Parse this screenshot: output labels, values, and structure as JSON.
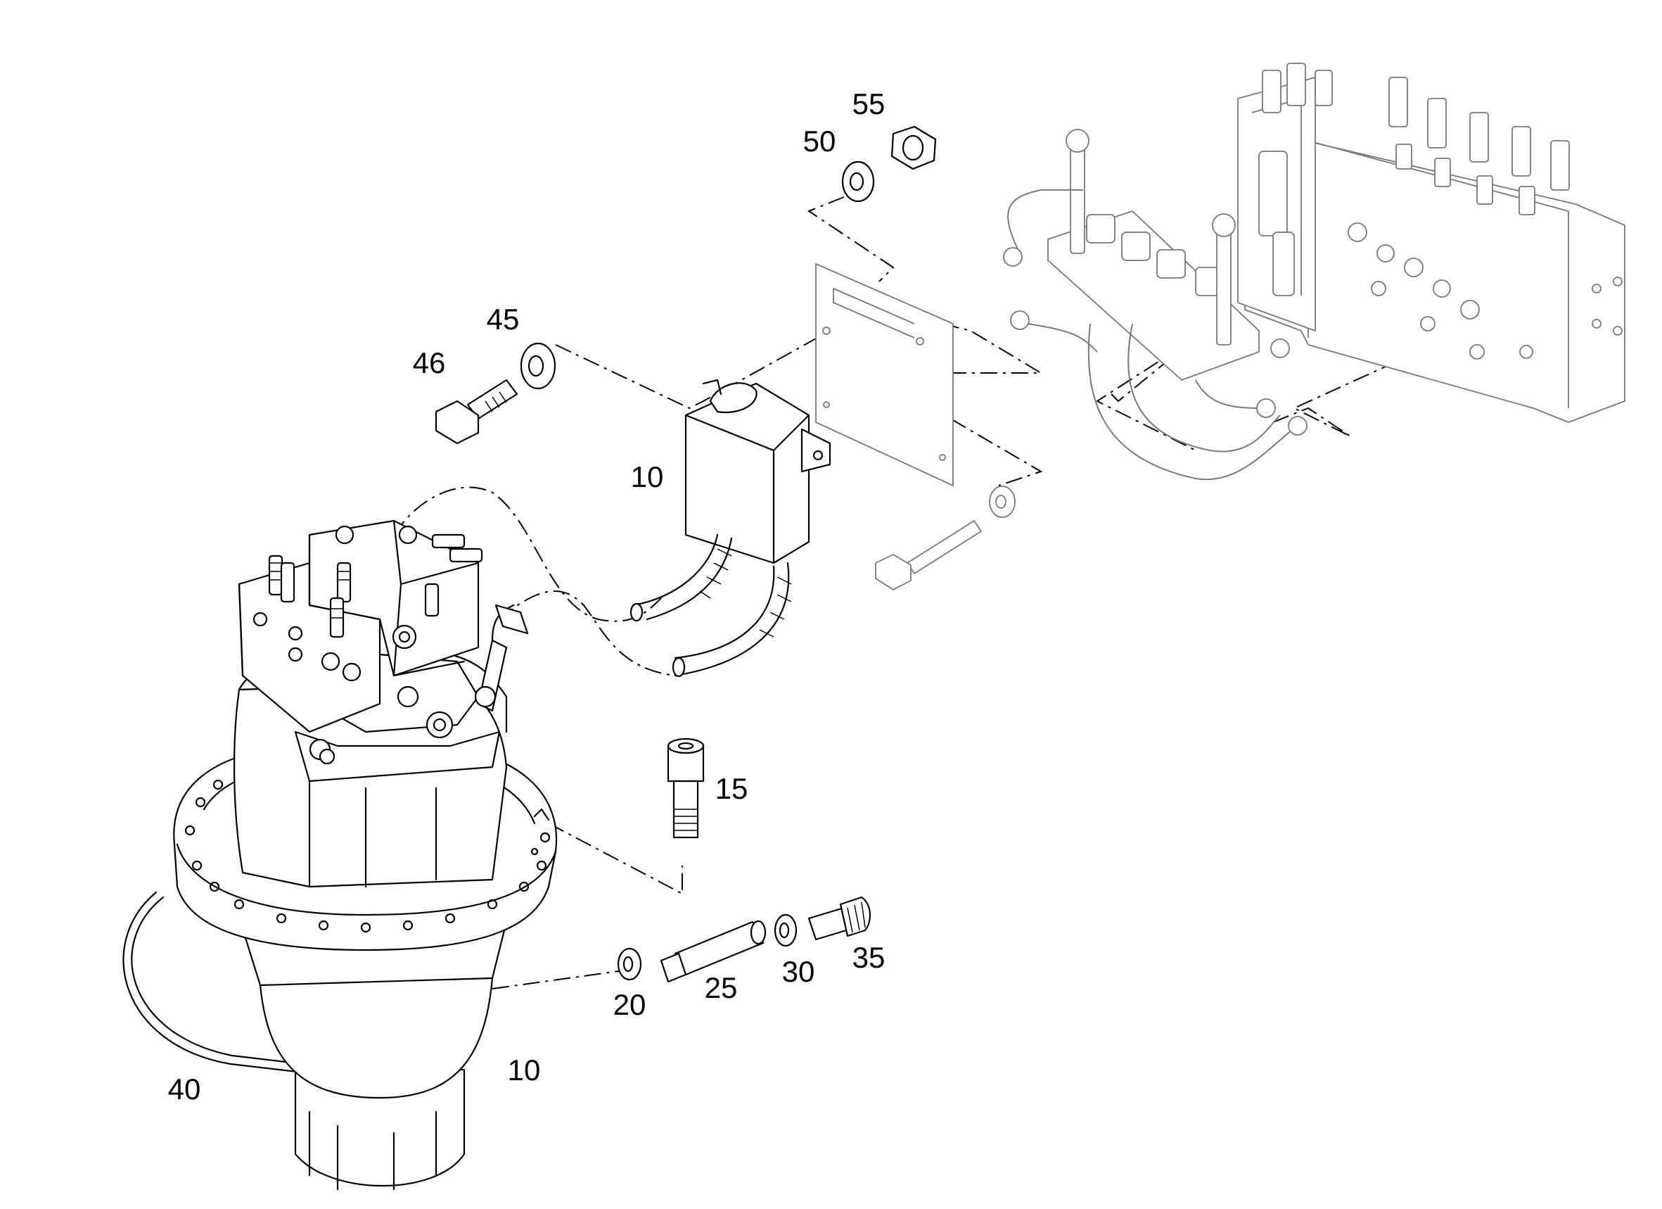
{
  "parts": [
    {
      "number": "55",
      "name": "nut"
    },
    {
      "number": "50",
      "name": "washer"
    },
    {
      "number": "45",
      "name": "washer"
    },
    {
      "number": "46",
      "name": "bolt"
    },
    {
      "number": "10",
      "name": "control-module"
    },
    {
      "number": "15",
      "name": "screw"
    },
    {
      "number": "20",
      "name": "seal-ring"
    },
    {
      "number": "25",
      "name": "adapter"
    },
    {
      "number": "30",
      "name": "seal-ring"
    },
    {
      "number": "35",
      "name": "fitting"
    },
    {
      "number": "10",
      "name": "travel-motor-gearbox"
    },
    {
      "number": "40",
      "name": "hose"
    }
  ],
  "colors": {
    "line": "#000000",
    "background": "#ffffff",
    "context_line": "#777777"
  }
}
